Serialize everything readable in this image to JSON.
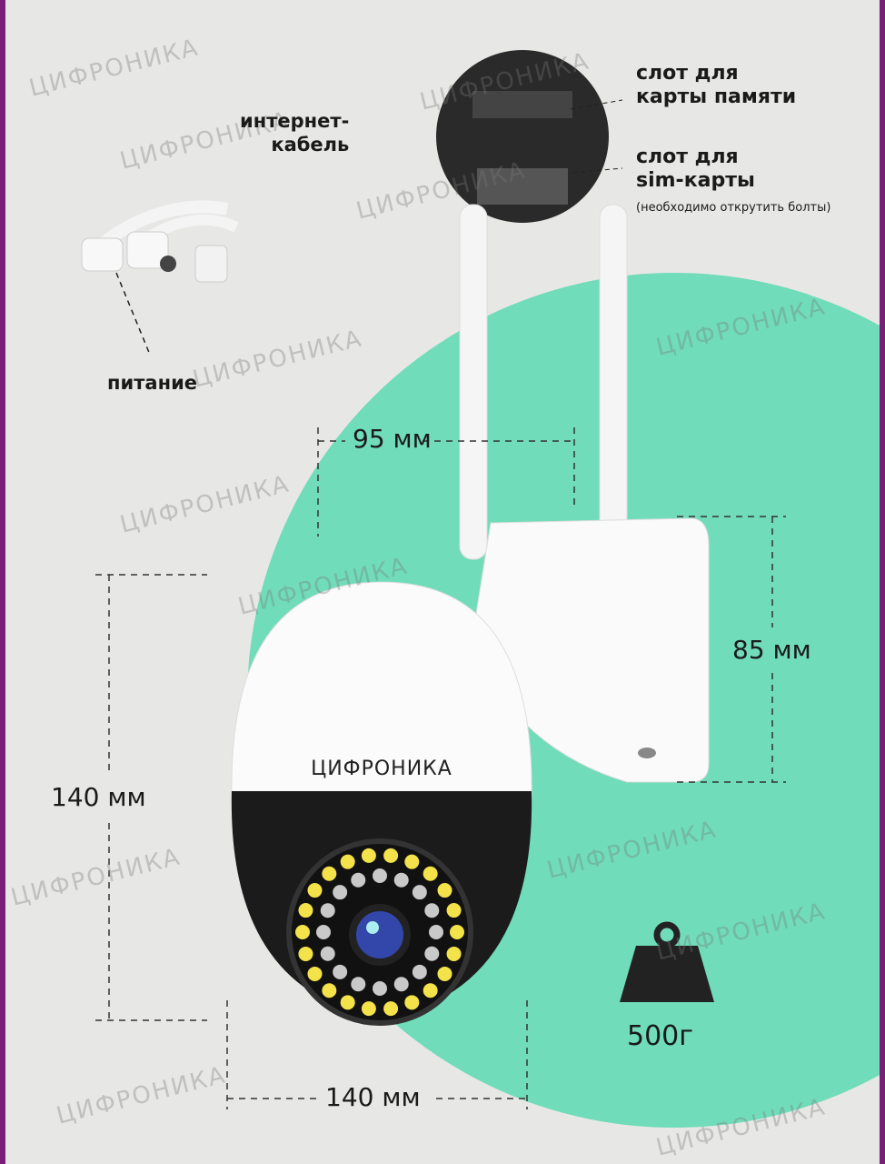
{
  "brand": "ЦИФРОНИКА",
  "labels": {
    "internet_cable": "интернет-\nкабель",
    "power": "питание",
    "memory_slot": "слот для\nкарты памяти",
    "sim_slot": "слот для\nsim-карты",
    "sim_note": "(необходимо открутить болты)"
  },
  "dimensions": {
    "antenna_width": "95 мм",
    "mount_height": "85 мм",
    "body_height": "140 мм",
    "body_width": "140 мм"
  },
  "weight": "500г",
  "colors": {
    "accent_green": "#70dcb9",
    "frame": "#7a1f78",
    "background": "#e7e7e5"
  }
}
